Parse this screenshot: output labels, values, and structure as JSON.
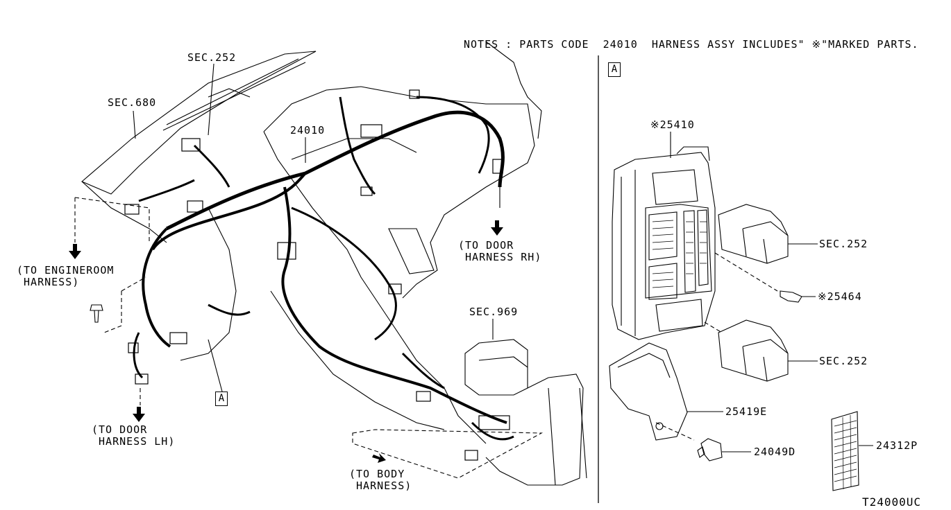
{
  "notes": "NOTES : PARTS CODE  24010  HARNESS ASSY INCLUDES\" ※\"MARKED PARTS.",
  "diagram_code": "T24000UC",
  "detail_marker": "A",
  "labels": {
    "sec252_top": "SEC.252",
    "sec680": "SEC.680",
    "part_24010": "24010",
    "to_engineroom": "(TO ENGINEROOM\n HARNESS)",
    "to_door_rh": "(TO DOOR\n HARNESS RH)",
    "to_door_lh": "(TO DOOR\n HARNESS LH)",
    "to_body": "(TO BODY\n HARNESS)",
    "sec969": "SEC.969",
    "part_25410": "※25410",
    "sec252_upper": "SEC.252",
    "part_25464": "※25464",
    "sec252_lower": "SEC.252",
    "part_25419e": "25419E",
    "part_24049d": "24049D",
    "part_24312p": "24312P"
  }
}
